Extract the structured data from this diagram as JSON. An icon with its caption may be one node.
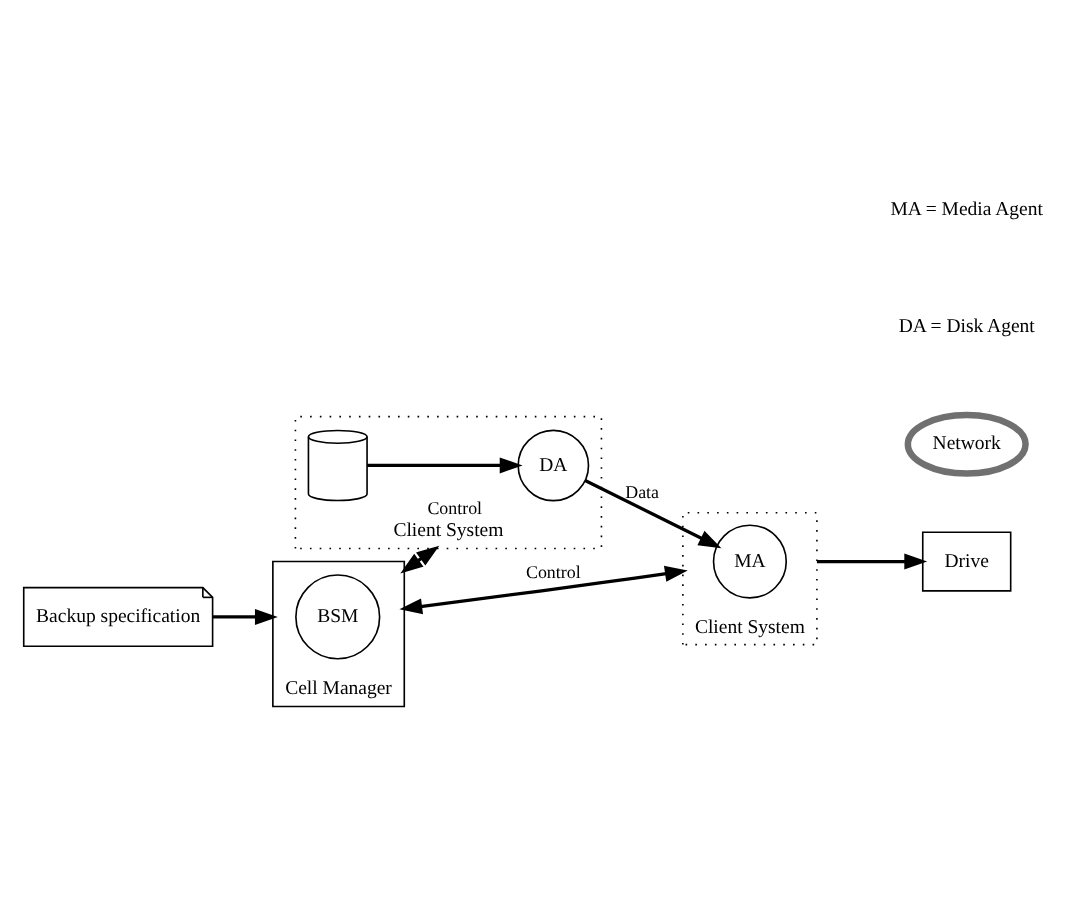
{
  "diagram": {
    "nodes": [
      {
        "text": [
          "Cell Manager"
        ]
      },
      {
        "text": [
          "BSM"
        ],
        "in": 0
      },
      {
        "text": [
          "Backup specification"
        ]
      },
      {
        "text": [
          "Network"
        ]
      },
      {
        "text": [
          "Client System"
        ]
      },
      {
        "text": [],
        "shape": "cylinder",
        "in": 4
      },
      {
        "text": [
          "DA"
        ],
        "in": 4
      },
      {
        "text": [
          "Client System"
        ]
      },
      {
        "text": [
          "MA"
        ],
        "in": 7
      },
      {
        "text": [
          "Drive"
        ]
      }
    ],
    "edges": [
      {
        "from": 2,
        "to": 0,
        "arrow": "to"
      },
      {
        "from": 0,
        "to": 4,
        "label": "Control",
        "arrow": "both"
      },
      {
        "from": 0,
        "to": 7,
        "label": "Control",
        "arrow": "both"
      },
      {
        "from": 5,
        "to": 6,
        "arrow": "to"
      },
      {
        "from": 6,
        "to": 8,
        "label": "Data",
        "arrow": "to"
      },
      {
        "from": 7,
        "to": 9,
        "arrow": "to"
      }
    ],
    "labels": [
      "DA = Disk Agent",
      "MA = Media Agent"
    ]
  }
}
